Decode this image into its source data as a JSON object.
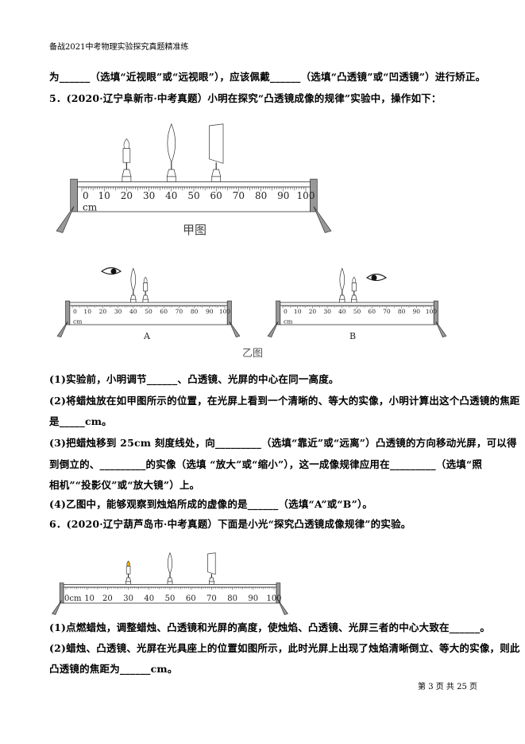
{
  "header": "备战2021中考物理实验探究真题精准练",
  "lines": [
    "为______（选填“近视眼”或“远视眼”），应该佩戴______（选填“凸透镜”或“凹透镜”）进行矫正。",
    "5．(2020·辽宁阜新市·中考真题）小明在探究“凸透镜成像的规律”实验中，操作如下：",
    "(1)实验前，小明调节______、凸透镜、光屏的中心在同一高度。",
    "(2)将蜡烛放在如甲图所示的位置，在光屏上看到一个清晰的、等大的实像，小明计算出这个凸透镜的焦距",
    "是_____cm。",
    "(3)把蜡烛移到 25cm 刻度线处，向_________（选填“靠近”或“远离”）凸透镜的方向移动光屏，可以得",
    "到倒立的、_________的实像（选填  “放大”或“缩小”），这一成像规律应用在_________（选填“照",
    "相机”“投影仪”或“放大镜”）上。",
    "(4)乙图中，能够观察到烛焰所成的虚像的是______（选填“A”或“B”）。",
    "6．(2020·辽宁葫芦岛市·中考真题）下面是小光“探究凸透镜成像规律”的实验。",
    "(1)点燃蜡烛，调整蜡烛、凸透镜和光屏的高度，使烛焰、凸透镜、光屏三者的中心大致在______。",
    "(2)蜡烛、凸透镜、光屏在光具座上的位置如图所示，此时光屏上出现了烛焰清晰倒立、等大的实像，则此",
    "凸透镜的焦距为______cm。"
  ],
  "figures": {
    "jia": {
      "caption": "甲图",
      "unit": "cm",
      "ticks": [
        "0",
        "10",
        "20",
        "30",
        "40",
        "50",
        "60",
        "70",
        "80",
        "90",
        "100"
      ],
      "candle_cm": 20,
      "lens_cm": 40,
      "screen_cm": 60
    },
    "yi": {
      "caption": "乙图",
      "A": {
        "label": "A",
        "unit": "cm",
        "ticks": [
          "0",
          "10",
          "20",
          "30",
          "40",
          "50",
          "60",
          "70",
          "80",
          "90",
          "100"
        ],
        "lens_cm": 40,
        "candle_cm": 48,
        "eye": "left"
      },
      "B": {
        "label": "B",
        "unit": "cm",
        "ticks": [
          "0",
          "10",
          "20",
          "30",
          "40",
          "50",
          "60",
          "70",
          "80",
          "90",
          "100"
        ],
        "lens_cm": 40,
        "candle_cm": 48,
        "eye": "right"
      }
    },
    "q6": {
      "unit_first": "0cm",
      "ticks": [
        "10",
        "20",
        "30",
        "40",
        "50",
        "60",
        "70",
        "80",
        "90",
        "100"
      ],
      "candle_cm": 30,
      "lens_cm": 50,
      "screen_cm": 70
    }
  },
  "footer": "第 3 页 共 25 页"
}
